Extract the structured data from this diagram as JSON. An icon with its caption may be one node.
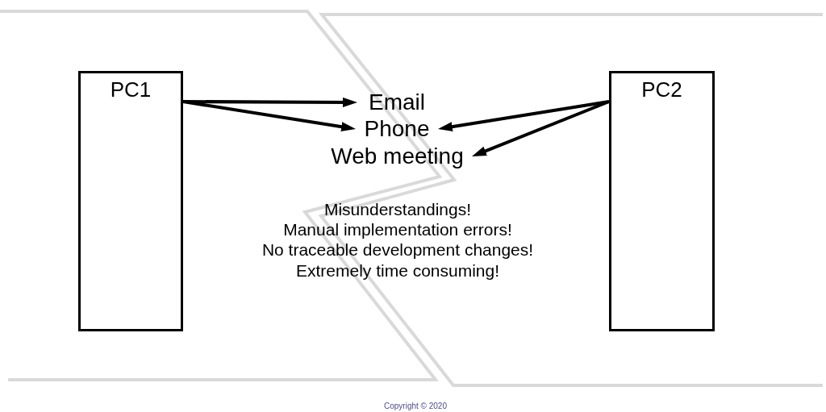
{
  "diagram": {
    "nodes": [
      {
        "text": [
          "PC1"
        ]
      },
      {
        "text": [
          "PC2"
        ]
      },
      {
        "text": [
          "Email"
        ]
      },
      {
        "text": [
          "Phone"
        ]
      },
      {
        "text": [
          "Web meeting"
        ]
      }
    ],
    "edges": [
      {
        "from": 0,
        "to": 2,
        "arrow": "to"
      },
      {
        "from": 0,
        "to": 3,
        "arrow": "to"
      },
      {
        "from": 1,
        "to": 3,
        "arrow": "to"
      },
      {
        "from": 1,
        "to": 4,
        "arrow": "to"
      }
    ],
    "labels": [
      "Misunderstandings!",
      "Manual implementation errors!",
      "No traceable development changes!",
      "Extremely time consuming!",
      "Copyright © 2020"
    ]
  }
}
